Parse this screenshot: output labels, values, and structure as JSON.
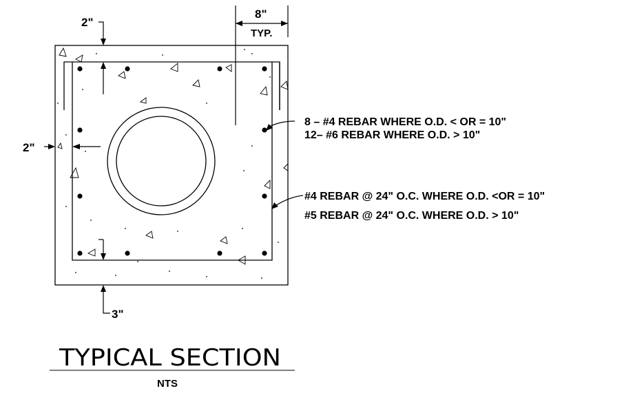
{
  "dimensions": {
    "top_cover": "2\"",
    "side_cover": "2\"",
    "bottom_cover": "3\"",
    "spacing": "8\"",
    "spacing_note": "TYP."
  },
  "callouts": {
    "longitudinal": [
      "8 – #4 REBAR WHERE O.D. < OR = 10\"",
      "12– #6 REBAR WHERE O.D. > 10\""
    ],
    "stirrups": [
      "#4 REBAR @ 24\" O.C. WHERE O.D. <OR = 10\"",
      "#5 REBAR @ 24\" O.C. WHERE O.D. > 10\""
    ]
  },
  "title": {
    "main": "TYPICAL SECTION",
    "scale": "NTS"
  },
  "colors": {
    "ink": "#000000",
    "background": "#ffffff"
  }
}
